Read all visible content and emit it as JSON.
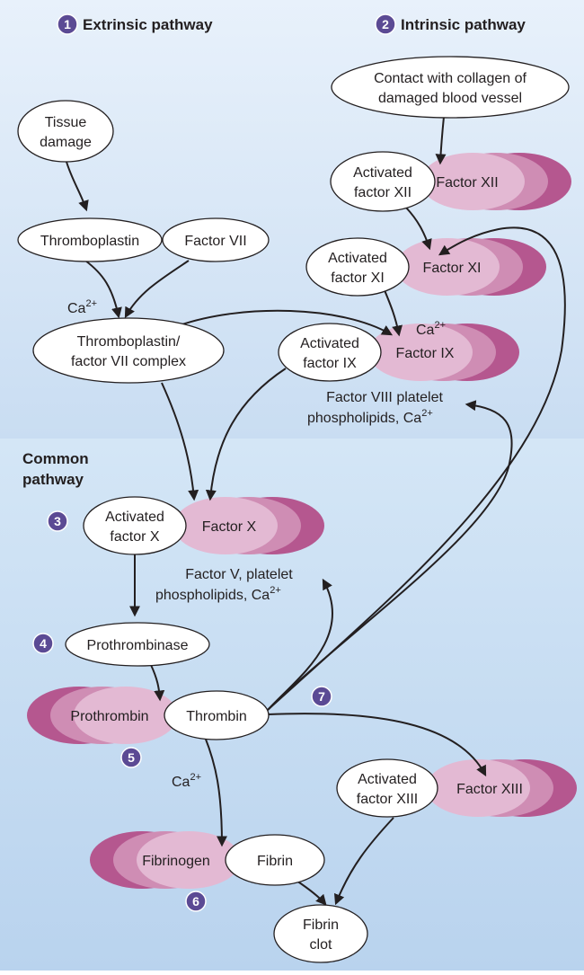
{
  "colors": {
    "upper_bg_top": "#e8f1fb",
    "upper_bg_bottom": "#c9ddf2",
    "lower_bg_top": "#d4e6f6",
    "lower_bg_bottom": "#b9d3ee",
    "badge": "#5b4a94",
    "factor_dark": "#b5578f",
    "factor_mid": "#cf8db4",
    "factor_light": "#e3b9d3",
    "line": "#231f20"
  },
  "headers": {
    "extrinsic": {
      "num": "1",
      "label": "Extrinsic pathway"
    },
    "intrinsic": {
      "num": "2",
      "label": "Intrinsic pathway"
    },
    "common_line1": "Common",
    "common_line2": "pathway"
  },
  "nodes": {
    "tissue_damage": [
      "Tissue",
      "damage"
    ],
    "thromboplastin": [
      "Thromboplastin"
    ],
    "factor_vii": [
      "Factor VII"
    ],
    "tp_complex": [
      "Thromboplastin/",
      "factor VII complex"
    ],
    "contact": [
      "Contact with collagen of",
      "damaged blood vessel"
    ],
    "act_xii": [
      "Activated",
      "factor XII"
    ],
    "act_xi": [
      "Activated",
      "factor XI"
    ],
    "act_ix": [
      "Activated",
      "factor IX"
    ],
    "act_x": [
      "Activated",
      "factor X"
    ],
    "prothrombinase": [
      "Prothrombinase"
    ],
    "thrombin": [
      "Thrombin"
    ],
    "fibrin": [
      "Fibrin"
    ],
    "act_xiii": [
      "Activated",
      "factor XIII"
    ],
    "fibrin_clot": [
      "Fibrin",
      "clot"
    ]
  },
  "factors": {
    "xii": "Factor XII",
    "xi": "Factor XI",
    "ix": "Factor IX",
    "x": "Factor X",
    "prothrombin": "Prothrombin",
    "fibrinogen": "Fibrinogen",
    "xiii": "Factor XIII"
  },
  "cofactors": {
    "ca": {
      "base": "Ca",
      "sup": "2+"
    },
    "viii_line1": "Factor VIII platelet",
    "viii_line2": "phospholipids, Ca",
    "v_line1": "Factor V, platelet",
    "v_line2": "phospholipids, Ca",
    "sup": "2+"
  },
  "steps": [
    "3",
    "4",
    "5",
    "6",
    "7"
  ]
}
